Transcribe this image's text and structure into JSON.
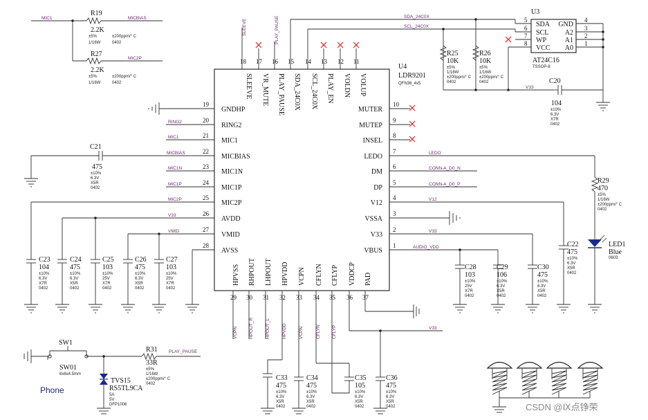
{
  "main_ic": {
    "ref": "U4",
    "part": "LDR9201",
    "package": "QFN36_4x5"
  },
  "eeprom": {
    "ref": "U3",
    "part": "AT24C16",
    "package": "TSSOP-8",
    "pins_left": [
      {
        "num": "5",
        "name": "SDA"
      },
      {
        "num": "6",
        "name": "SCL"
      },
      {
        "num": "7",
        "name": "WP"
      },
      {
        "num": "8",
        "name": "VCC"
      }
    ],
    "pins_right": [
      {
        "num": "4",
        "name": "GND"
      },
      {
        "num": "3",
        "name": "A2"
      },
      {
        "num": "2",
        "name": "A1"
      },
      {
        "num": "1",
        "name": "A0"
      }
    ]
  },
  "ic_top_pins": [
    {
      "num": "18",
      "name": "SLEEVE",
      "net": "SLEEVE"
    },
    {
      "num": "17",
      "name": "VR_MUTE",
      "net": ""
    },
    {
      "num": "16",
      "name": "PLAY_PAUSE",
      "net": "PLAY_PAUSE"
    },
    {
      "num": "15",
      "name": "SDA_24C0X",
      "net": ""
    },
    {
      "num": "14",
      "name": "SCL_24C0X",
      "net": ""
    },
    {
      "num": "13",
      "name": "PLAY_EN",
      "net": ""
    },
    {
      "num": "12",
      "name": "VOLDN",
      "net": ""
    },
    {
      "num": "11",
      "name": "VOLUP",
      "net": ""
    }
  ],
  "ic_left_pins": [
    {
      "num": "19",
      "name": "GNDHP",
      "net": ""
    },
    {
      "num": "20",
      "name": "RING2",
      "net": "RING2"
    },
    {
      "num": "21",
      "name": "MIC1",
      "net": "MIC1"
    },
    {
      "num": "22",
      "name": "MICBIAS",
      "net": "MICBIAS"
    },
    {
      "num": "23",
      "name": "MIC1N",
      "net": "MIC1N"
    },
    {
      "num": "24",
      "name": "MIC1P",
      "net": "MIC1P"
    },
    {
      "num": "25",
      "name": "MIC2P",
      "net": "MIC2P"
    },
    {
      "num": "26",
      "name": "AVDD",
      "net": "V33"
    },
    {
      "num": "27",
      "name": "VMID",
      "net": "VMID"
    },
    {
      "num": "28",
      "name": "AVSS",
      "net": ""
    }
  ],
  "ic_right_pins": [
    {
      "num": "10",
      "name": "MUTER",
      "net": ""
    },
    {
      "num": "9",
      "name": "MUTEP",
      "net": ""
    },
    {
      "num": "8",
      "name": "INSEL",
      "net": ""
    },
    {
      "num": "7",
      "name": "LEDO",
      "net": "LEDO"
    },
    {
      "num": "6",
      "name": "DM",
      "net": "CONN-A_D0_N"
    },
    {
      "num": "5",
      "name": "DP",
      "net": "CONN-A_D0_P"
    },
    {
      "num": "4",
      "name": "V12",
      "net": "V12"
    },
    {
      "num": "3",
      "name": "VSSA",
      "net": ""
    },
    {
      "num": "2",
      "name": "V33",
      "net": "V33"
    },
    {
      "num": "1",
      "name": "VBUS",
      "net": "AUDIO_VDD"
    }
  ],
  "ic_bottom_pins": [
    {
      "num": "29",
      "name": "HPVSS",
      "net": "VCPN"
    },
    {
      "num": "30",
      "name": "RHPOUT",
      "net": "HPOUT_R"
    },
    {
      "num": "31",
      "name": "LHPOUT",
      "net": "HPOUT_L"
    },
    {
      "num": "32",
      "name": "HPVDD",
      "net": "HPVDD"
    },
    {
      "num": "33",
      "name": "VCPN",
      "net": "VCPN"
    },
    {
      "num": "34",
      "name": "CFLYN",
      "net": "CFLYN"
    },
    {
      "num": "35",
      "name": "CFLYP",
      "net": "CFLYP"
    },
    {
      "num": "36",
      "name": "VDDCP",
      "net": ""
    },
    {
      "num": "37",
      "name": "PAD",
      "net": ""
    }
  ],
  "resistors": [
    {
      "ref": "R19",
      "value": "2.2K",
      "tol": "±5%",
      "tc": "±200ppm/° C",
      "power": "1/16W",
      "size": "0402",
      "net_l": "MIC1",
      "net_r": "MICBIAS"
    },
    {
      "ref": "R27",
      "value": "2.2K",
      "tol": "±5%",
      "tc": "±200ppm/° C",
      "power": "1/16W",
      "size": "0402",
      "net_l": "",
      "net_r": "MIC2P"
    },
    {
      "ref": "R25",
      "value": "10K",
      "tol": "±5%",
      "tc": "±200ppm/° C",
      "power": "1/16W",
      "size": "0402"
    },
    {
      "ref": "R26",
      "value": "10K",
      "tol": "±5%",
      "tc": "±200ppm/° C",
      "power": "1/16W",
      "size": "0402"
    },
    {
      "ref": "R29",
      "value": "470",
      "tol": "±5%",
      "tc": "±200ppm/° C",
      "power": "1/16W",
      "size": "0402"
    },
    {
      "ref": "R31",
      "value": "33R",
      "tol": "±5%",
      "tc": "±200ppm/° C",
      "power": "1/16W",
      "size": "0402",
      "net_r": "PLAY_PAUSE"
    }
  ],
  "capacitors": [
    {
      "ref": "C20",
      "value": "104",
      "tol": "±10%",
      "volt": "6.3V",
      "diel": "X7R",
      "size": "0402"
    },
    {
      "ref": "C21",
      "value": "475",
      "tol": "±10%",
      "volt": "6.3V",
      "diel": "X5R",
      "size": "0402"
    },
    {
      "ref": "C23",
      "value": "104",
      "tol": "±10%",
      "volt": "6.3V",
      "diel": "X7R",
      "size": "0402"
    },
    {
      "ref": "C24",
      "value": "475",
      "tol": "±10%",
      "volt": "6.3V",
      "diel": "X5R",
      "size": "0402"
    },
    {
      "ref": "C25",
      "value": "103",
      "tol": "±10%",
      "volt": "25V",
      "diel": "X7R",
      "size": "0402"
    },
    {
      "ref": "C26",
      "value": "475",
      "tol": "±10%",
      "volt": "6.3V",
      "diel": "X5R",
      "size": "0402"
    },
    {
      "ref": "C27",
      "value": "103",
      "tol": "±10%",
      "volt": "25V",
      "diel": "X7R",
      "size": "0402"
    },
    {
      "ref": "C22",
      "value": "475",
      "tol": "±10%",
      "volt": "6.3V",
      "diel": "X5R",
      "size": "0402"
    },
    {
      "ref": "C28",
      "value": "103",
      "tol": "±10%",
      "volt": "25V",
      "diel": "X7R",
      "size": "0402"
    },
    {
      "ref": "C29",
      "value": "106",
      "tol": "±10%",
      "volt": "6.3V",
      "diel": "X5R",
      "size": "0402"
    },
    {
      "ref": "C30",
      "value": "475",
      "tol": "±10%",
      "volt": "6.3V",
      "diel": "X5R",
      "size": "0402"
    },
    {
      "ref": "C33",
      "value": "475",
      "tol": "±10%",
      "volt": "6.3V",
      "diel": "X5R",
      "size": "0402"
    },
    {
      "ref": "C34",
      "value": "475",
      "tol": "±10%",
      "volt": "6.3V",
      "diel": "X5R",
      "size": "0402"
    },
    {
      "ref": "C35",
      "value": "105",
      "tol": "±10%",
      "volt": "6.3V",
      "diel": "X5R",
      "size": "0402"
    },
    {
      "ref": "C36",
      "value": "475",
      "tol": "±10%",
      "volt": "6.3V",
      "diel": "X5R",
      "size": "0402"
    }
  ],
  "led": {
    "ref": "LED1",
    "color": "Blue",
    "size": "0603"
  },
  "switch": {
    "ref": "SW1",
    "part": "SW01",
    "desc": "6x6x4.5mm"
  },
  "tvs": {
    "ref": "TVS15",
    "part": "RS5TL9CA",
    "current": "5A",
    "volt": "5V",
    "pkg": "DFP1006"
  },
  "nets": {
    "sda": "SDA_24C0X",
    "scl": "SCL_24C0X",
    "v33": "V33",
    "ledo": "LEDO",
    "v12": "V12",
    "audio_vdd": "AUDIO_VDD",
    "vmid": "VMID"
  },
  "phone_label": "Phone",
  "watermark": "CSDN @Ⅸ点铮荣",
  "colors": {
    "wire": "#2d2d2d",
    "net_label": "#6b2a6b",
    "nc_mark": "#e0201c",
    "led": "#1a2a8a"
  }
}
